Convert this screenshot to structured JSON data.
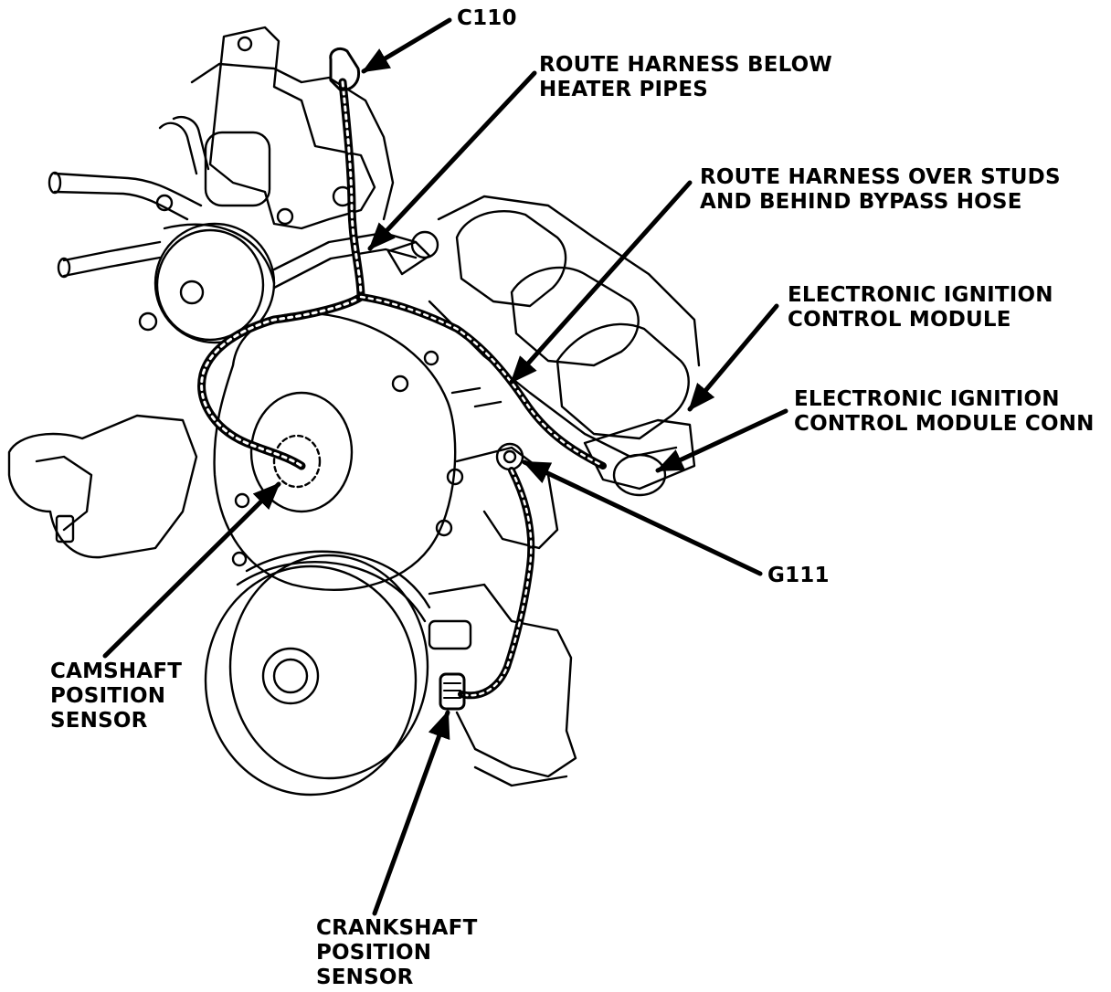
{
  "diagram": {
    "colors": {
      "ink": "#000000",
      "paper": "#ffffff"
    },
    "labels": {
      "c110": "C110",
      "route_heater_line1": "ROUTE HARNESS BELOW",
      "route_heater_line2": "HEATER PIPES",
      "route_studs_line1": "ROUTE HARNESS OVER STUDS",
      "route_studs_line2": "AND BEHIND BYPASS HOSE",
      "icm_line1": "ELECTRONIC IGNITION",
      "icm_line2": "CONTROL MODULE",
      "icm_conn_line1": "ELECTRONIC IGNITION",
      "icm_conn_line2": "CONTROL MODULE CONN",
      "g111": "G111",
      "cam_line1": "CAMSHAFT",
      "cam_line2": "POSITION",
      "cam_line3": "SENSOR",
      "crank_line1": "CRANKSHAFT",
      "crank_line2": "POSITION",
      "crank_line3": "SENSOR"
    }
  }
}
